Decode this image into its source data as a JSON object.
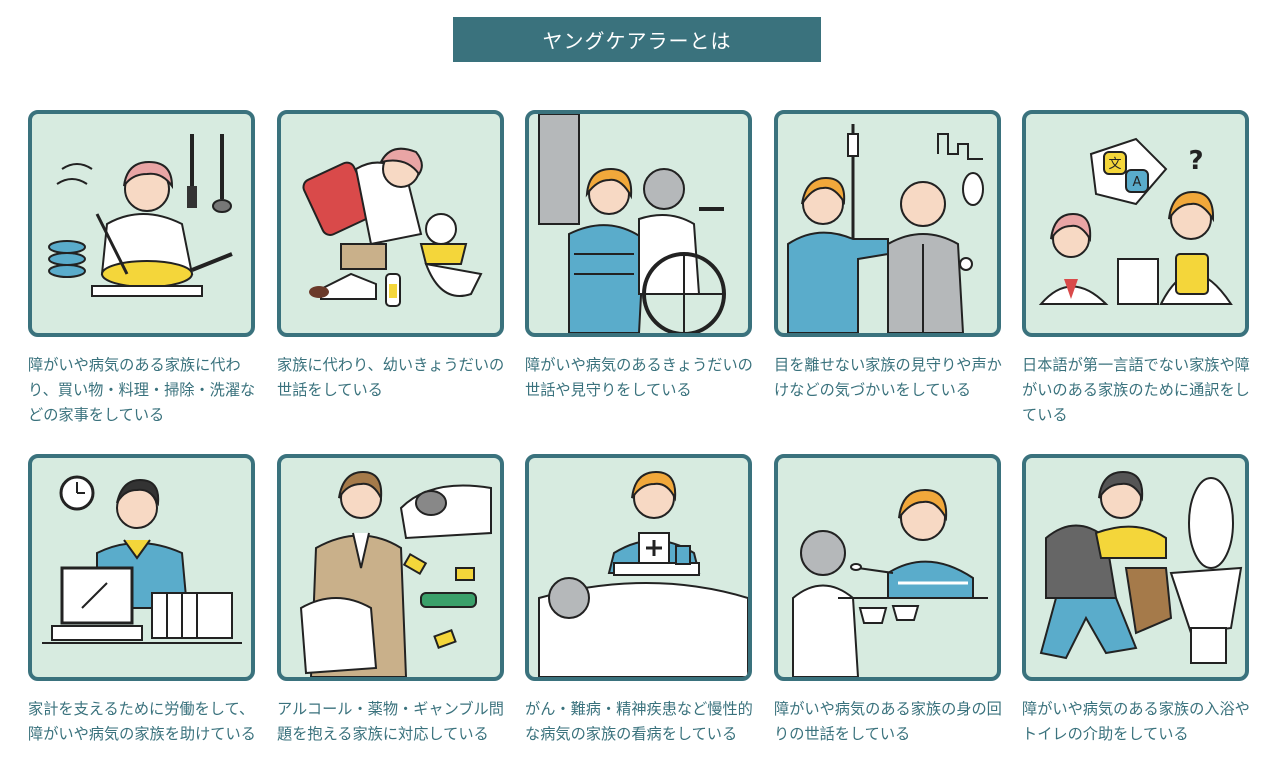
{
  "page_title": "ヤングケアラーとは",
  "colors": {
    "accent": "#3a727d",
    "tile_bg": "#d7ebe0",
    "yellow": "#f4d63a",
    "blue": "#5aaccb",
    "skin": "#f7d9c4",
    "hair_orange": "#f1a83b",
    "pink": "#e9a5a5",
    "gray": "#b5b8ba",
    "red": "#d94a4a"
  },
  "cards": [
    {
      "caption": "障がいや病気のある家族に代わり、買い物・料理・掃除・洗濯などの家事をしている",
      "icon": "cooking-illustration"
    },
    {
      "caption": "家族に代わり、幼いきょうだいの世話をしている",
      "icon": "sibling-care-illustration"
    },
    {
      "caption": "障がいや病気のあるきょうだいの世話や見守りをしている",
      "icon": "wheelchair-care-illustration"
    },
    {
      "caption": "目を離せない家族の見守りや声かけなどの気づかいをしている",
      "icon": "elder-watch-illustration"
    },
    {
      "caption": "日本語が第一言語でない家族や障がいのある家族のために通訳をしている",
      "icon": "interpreting-illustration"
    },
    {
      "caption": "家計を支えるために労働をして、障がいや病気の家族を助けている",
      "icon": "working-illustration"
    },
    {
      "caption": "アルコール・薬物・ギャンブル問題を抱える家族に対応している",
      "icon": "addiction-care-illustration"
    },
    {
      "caption": "がん・難病・精神疾患など慢性的な病気の家族の看病をしている",
      "icon": "nursing-illustration"
    },
    {
      "caption": "障がいや病気のある家族の身の回りの世話をしている",
      "icon": "feeding-illustration"
    },
    {
      "caption": "障がいや病気のある家族の入浴やトイレの介助をしている",
      "icon": "toilet-assist-illustration"
    }
  ],
  "illustration_labels": {
    "interpreting_wen": "文",
    "interpreting_a": "A",
    "interpreting_q": "?"
  }
}
